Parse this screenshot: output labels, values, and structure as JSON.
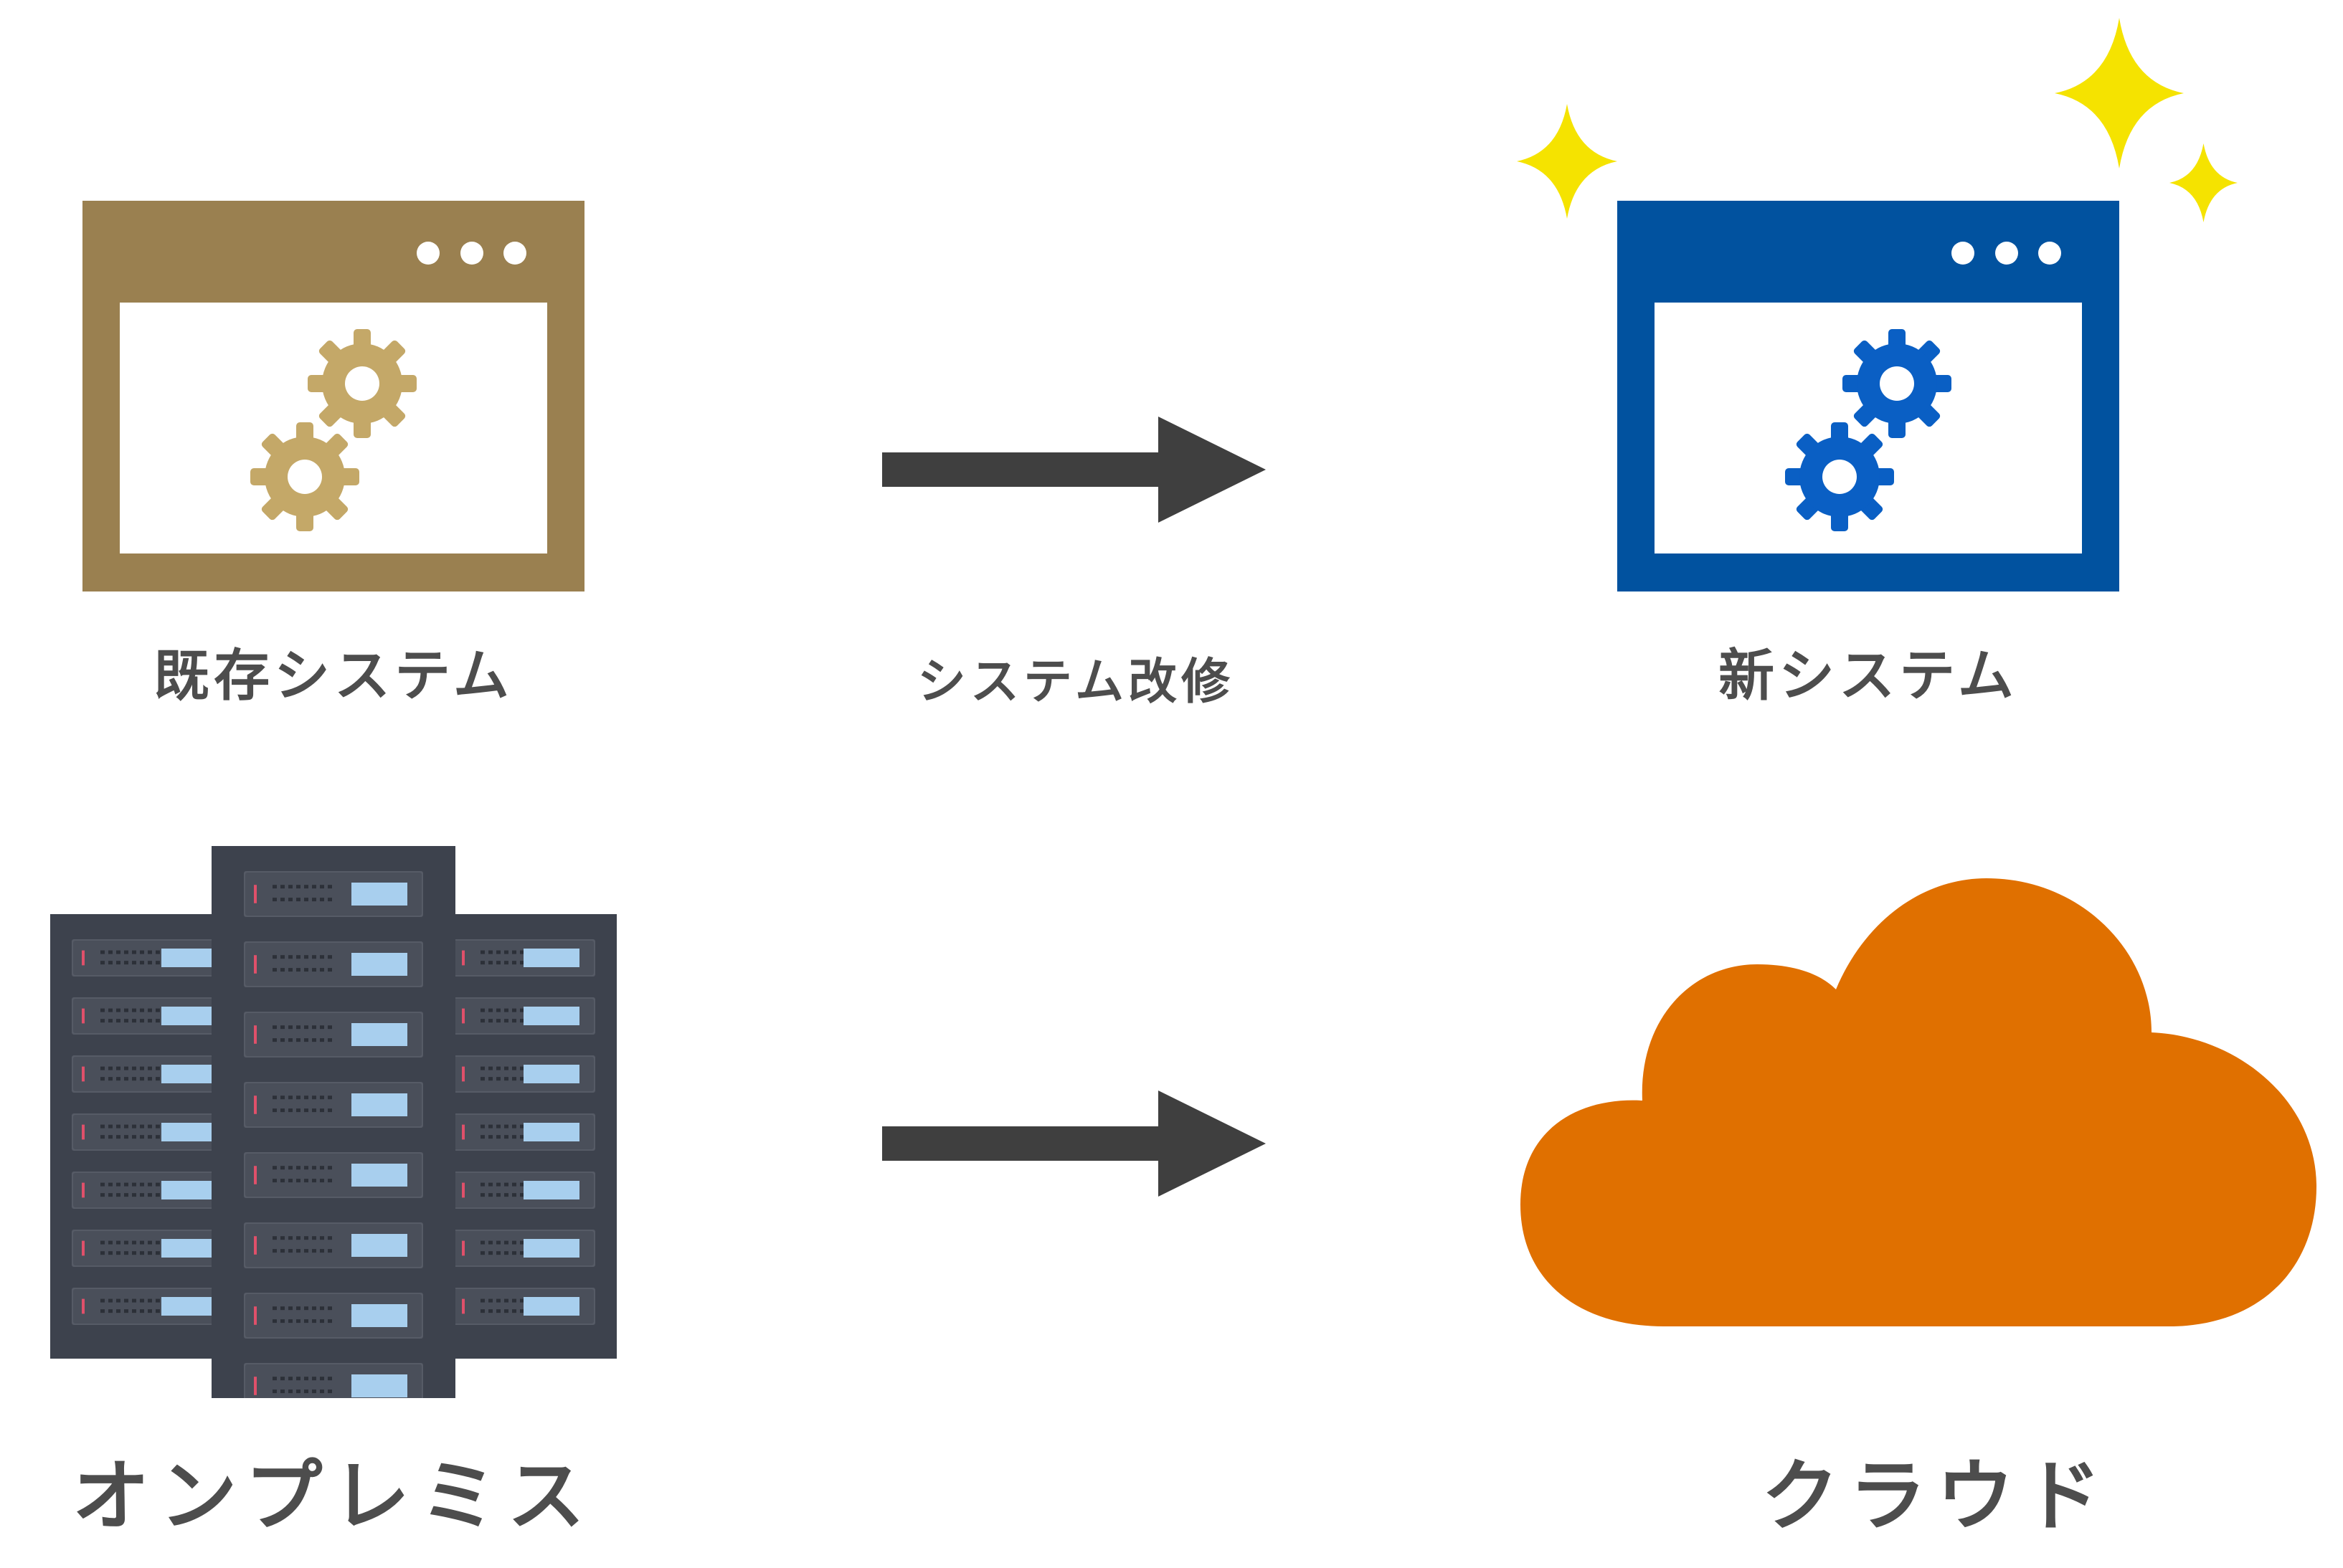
{
  "top": {
    "from_label": "既存システム",
    "arrow_label": "システム改修",
    "to_label": "新システム"
  },
  "bottom": {
    "from_label": "オンプレミス",
    "to_label": "クラウド"
  },
  "icons": {
    "old_system": "browser-window-gears-icon",
    "new_system": "browser-window-gears-icon",
    "sparkles": "sparkle-icon",
    "on_premise": "server-rack-icon",
    "cloud": "cloud-icon",
    "arrow": "arrow-right-icon"
  },
  "colors": {
    "old_system": "#9a8050",
    "old_gear": "#c4a868",
    "new_system": "#01529f",
    "new_gear": "#0a5fc4",
    "sparkle": "#f5e300",
    "cloud": "#e07000",
    "arrow": "#3f3f3f",
    "server_body": "#3d424d",
    "server_screen": "#a8cfee",
    "text": "#4d4d4d"
  }
}
